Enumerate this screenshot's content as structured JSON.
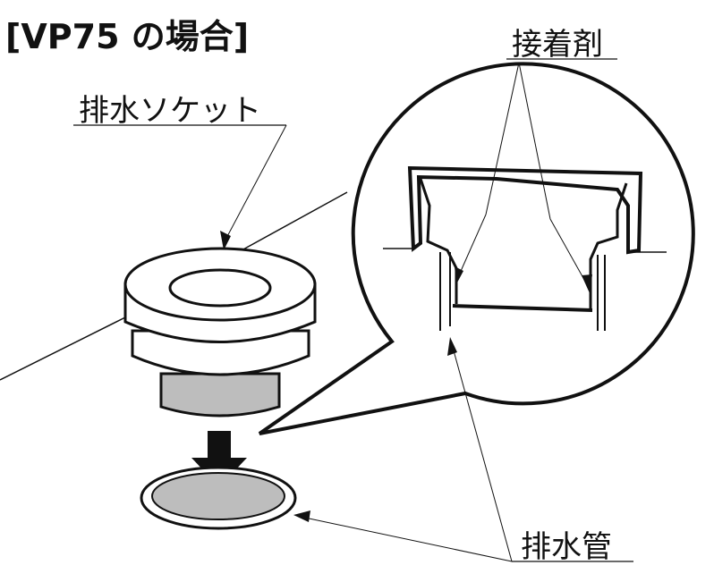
{
  "title": "[VP75 の場合]",
  "labels": {
    "socket": "排水ソケット",
    "adhesive": "接着剤",
    "pipe": "排水管"
  },
  "colors": {
    "line": "#111111",
    "gray": "#b5b5b5"
  }
}
